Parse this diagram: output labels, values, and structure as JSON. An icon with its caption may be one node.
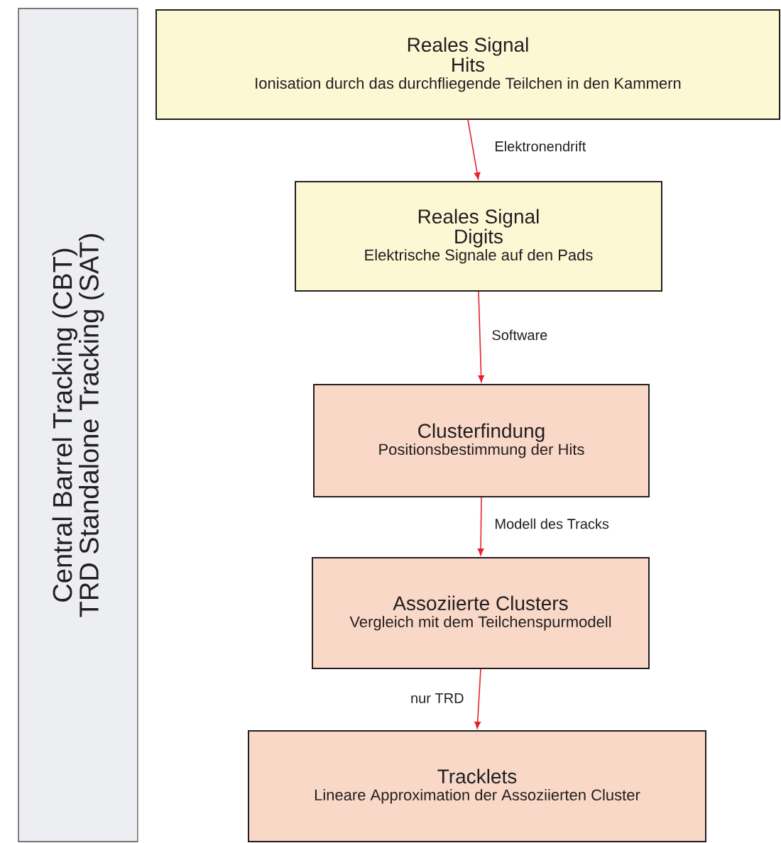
{
  "diagram": {
    "nodes": [
      {
        "text": [
          "Central Barrel Tracking (CBT)",
          "TRD Standalone Tracking (SAT)"
        ]
      },
      {
        "text": [
          "Reales Signal",
          "Hits",
          "Ionisation durch das durchfliegende Teilchen in den Kammern"
        ]
      },
      {
        "text": [
          "Reales Signal",
          "Digits",
          "Elektrische Signale auf den Pads"
        ]
      },
      {
        "text": [
          "Clusterfindung",
          "Positionsbestimmung der Hits"
        ]
      },
      {
        "text": [
          "Assoziierte Clusters",
          "Vergleich mit dem Teilchenspurmodell"
        ]
      },
      {
        "text": [
          "Tracklets",
          "Lineare Approximation der Assoziierten Cluster"
        ]
      }
    ],
    "edges": [
      {
        "from": 1,
        "to": 2,
        "arrow": "to",
        "label": "Elektronendrift"
      },
      {
        "from": 2,
        "to": 3,
        "arrow": "to",
        "label": "Software"
      },
      {
        "from": 3,
        "to": 4,
        "arrow": "to",
        "label": "Modell des Tracks"
      },
      {
        "from": 4,
        "to": 5,
        "arrow": "to",
        "label": "nur TRD"
      }
    ]
  }
}
